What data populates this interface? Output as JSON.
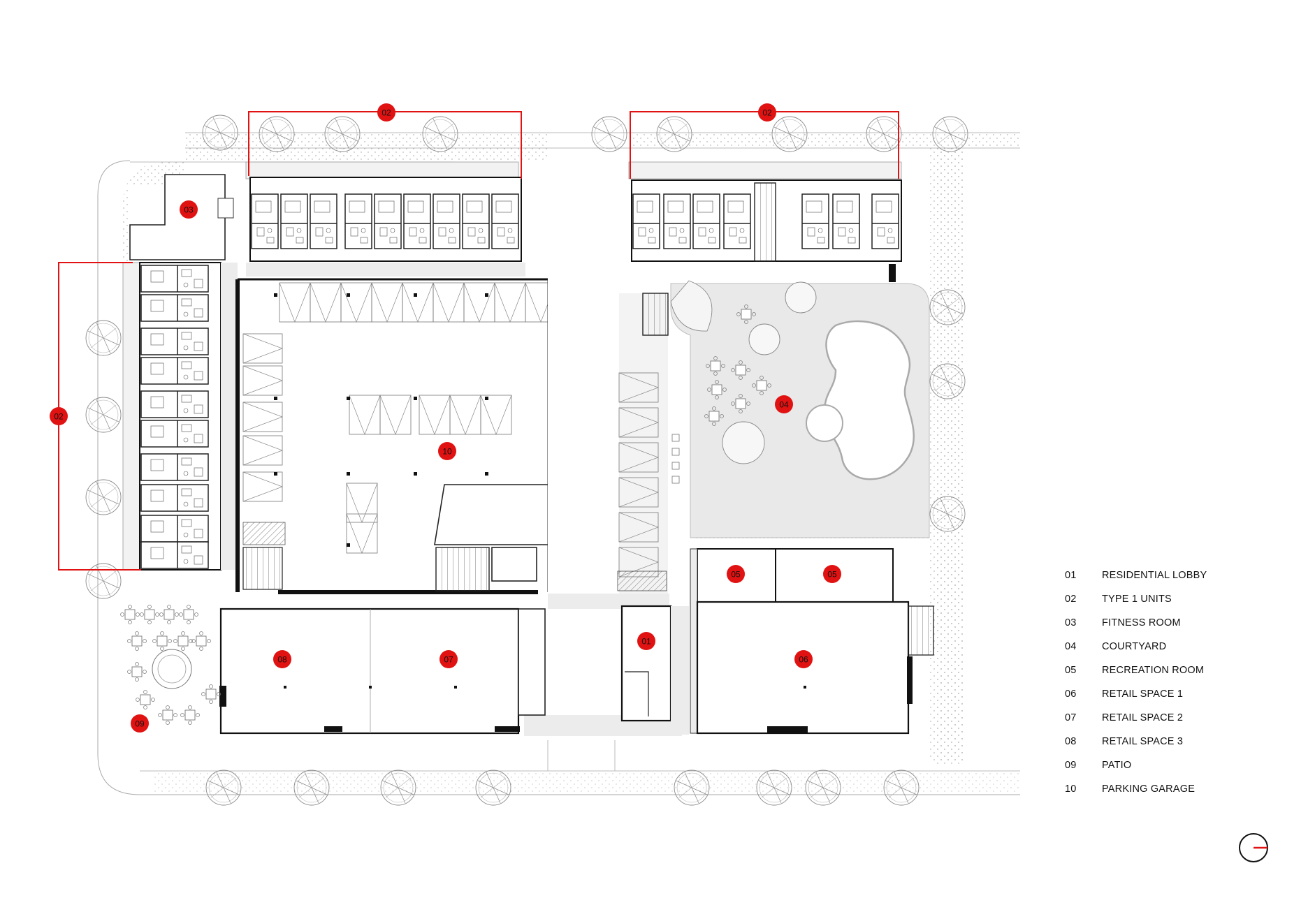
{
  "colors": {
    "accent": "#e11212",
    "wall": "#111111",
    "paving": "#ececec",
    "courtyard": "#e9e9e9"
  },
  "markers": [
    {
      "code": "02",
      "label_ref": "TYPE 1 UNITS"
    },
    {
      "code": "02",
      "label_ref": "TYPE 1 UNITS"
    },
    {
      "code": "02",
      "label_ref": "TYPE 1 UNITS"
    },
    {
      "code": "03",
      "label_ref": "FITNESS ROOM"
    },
    {
      "code": "04",
      "label_ref": "COURTYARD"
    },
    {
      "code": "10",
      "label_ref": "PARKING GARAGE"
    },
    {
      "code": "05",
      "label_ref": "RECREATION ROOM"
    },
    {
      "code": "05",
      "label_ref": "RECREATION ROOM"
    },
    {
      "code": "01",
      "label_ref": "RESIDENTIAL LOBBY"
    },
    {
      "code": "08",
      "label_ref": "RETAIL SPACE 3"
    },
    {
      "code": "07",
      "label_ref": "RETAIL SPACE 2"
    },
    {
      "code": "06",
      "label_ref": "RETAIL SPACE 1"
    },
    {
      "code": "09",
      "label_ref": "PATIO"
    }
  ],
  "legend": [
    {
      "num": "01",
      "label": "RESIDENTIAL LOBBY"
    },
    {
      "num": "02",
      "label": "TYPE 1 UNITS"
    },
    {
      "num": "03",
      "label": "FITNESS ROOM"
    },
    {
      "num": "04",
      "label": "COURTYARD"
    },
    {
      "num": "05",
      "label": "RECREATION ROOM"
    },
    {
      "num": "06",
      "label": "RETAIL SPACE 1"
    },
    {
      "num": "07",
      "label": "RETAIL SPACE 2"
    },
    {
      "num": "08",
      "label": "RETAIL SPACE 3"
    },
    {
      "num": "09",
      "label": "PATIO"
    },
    {
      "num": "10",
      "label": "PARKING GARAGE"
    }
  ],
  "north_arrow": {
    "icon": "north-arrow-icon"
  }
}
